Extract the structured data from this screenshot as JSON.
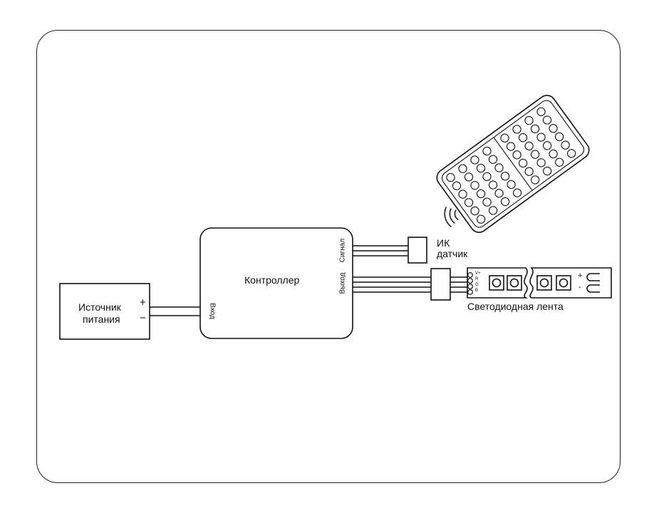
{
  "power_source": {
    "line1": "Источник",
    "line2": "питания",
    "plus": "+",
    "minus": "−"
  },
  "controller": {
    "title": "Контроллер",
    "input": "Вход",
    "output": "Выход",
    "signal": "Сигнал"
  },
  "ir_sensor": {
    "line1": "ИК",
    "line2": "датчик"
  },
  "led_strip": {
    "label": "Светодиодная лента",
    "pins": [
      "V+",
      "R",
      "G",
      "B"
    ],
    "plus": "+",
    "minus": "-"
  },
  "remote": {
    "rows": 8,
    "columns": 6
  }
}
